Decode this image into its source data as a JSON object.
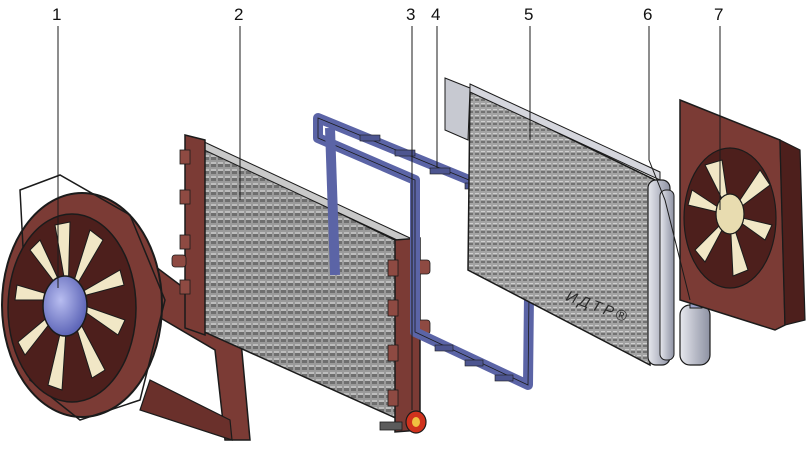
{
  "callouts": [
    "1",
    "2",
    "3",
    "4",
    "5",
    "6",
    "7"
  ],
  "watermark": "ИДТР®",
  "colors": {
    "frame_maroon": "#7b3b35",
    "frame_dark": "#4d1f1c",
    "radiator_gray": "#8f8f8f",
    "radiator_dark": "#5b5b5b",
    "seal_blue": "#5b64a6",
    "condenser_silver": "#c7c9d1",
    "fan_blade": "#f1e7c6",
    "hub_blue": "#7f87d4",
    "cap_red": "#d0321d",
    "outline": "#1b1b1b"
  }
}
